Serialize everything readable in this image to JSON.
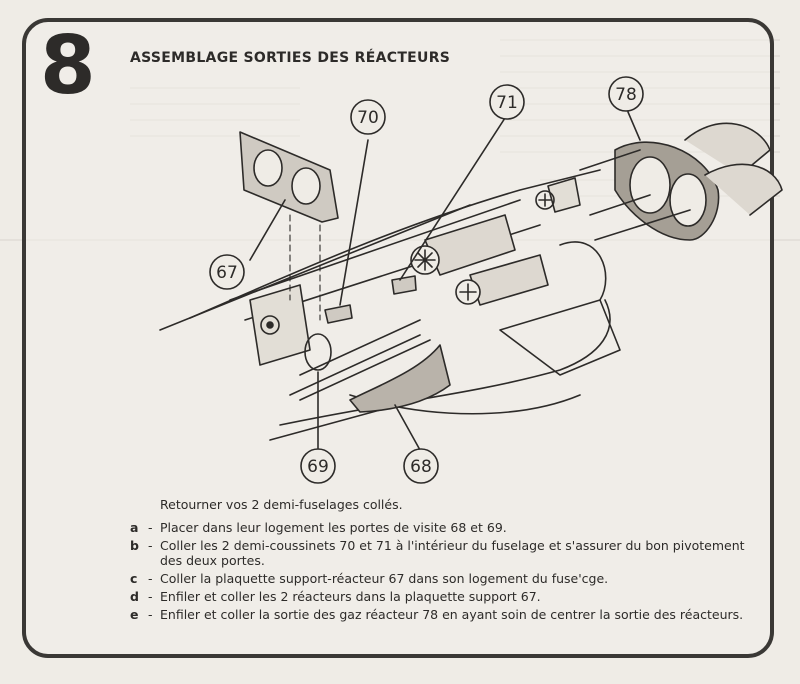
{
  "page": {
    "step_number": "8",
    "title": "ASSEMBLAGE SORTIES DES RÉACTEURS"
  },
  "callouts": {
    "c67": "67",
    "c68": "68",
    "c69": "69",
    "c70": "70",
    "c71": "71",
    "c78": "78"
  },
  "instructions": {
    "intro": "Retourner vos 2 demi-fuselages collés.",
    "steps": [
      {
        "letter": "a",
        "text": "Placer dans leur logement les portes de visite 68 et 69."
      },
      {
        "letter": "b",
        "text": "Coller les 2 demi-coussinets 70 et 71 à l'intérieur du fuselage et s'assurer du bon pivotement des deux portes."
      },
      {
        "letter": "c",
        "text": "Coller la plaquette support-réacteur 67 dans son logement du fuse'cge."
      },
      {
        "letter": "d",
        "text": "Enfiler et coller les 2 réacteurs dans la plaquette support 67."
      },
      {
        "letter": "e",
        "text": "Enfiler et coller la sortie des gaz réacteur 78        en ayant soin de centrer la sortie des réacteurs."
      }
    ]
  },
  "colors": {
    "ink": "#2d2b29",
    "paper": "#efece6",
    "ghost": "#d3cfc8"
  }
}
